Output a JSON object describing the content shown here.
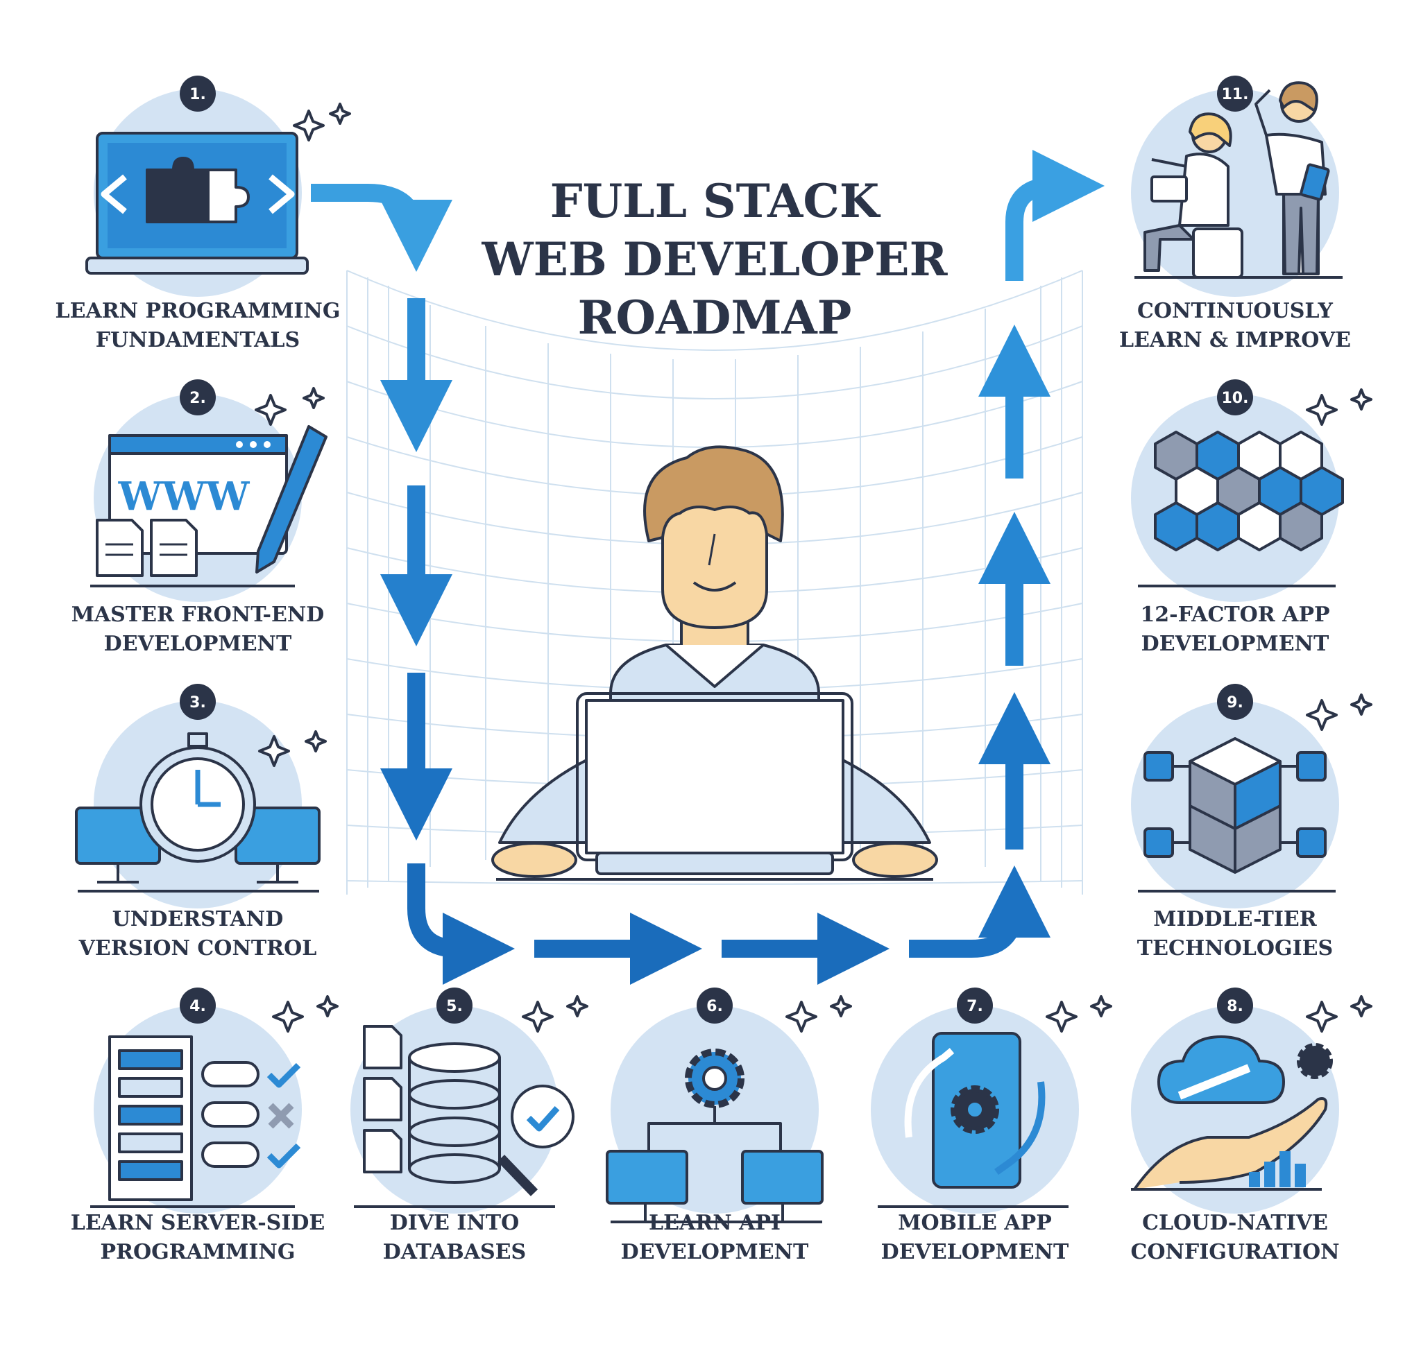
{
  "title_lines": [
    "FULL STACK",
    "WEB DEVELOPER",
    "ROADMAP"
  ],
  "colors": {
    "dark": "#2b3448",
    "blue": "#1f76c9",
    "light_blue": "#d3e3f3",
    "sky": "#3a9fe0",
    "skin": "#f8d7a4",
    "hair": "#c99a62"
  },
  "steps": [
    {
      "number": "1.",
      "line1": "LEARN PROGRAMMING",
      "line2": "FUNDAMENTALS",
      "icon": "puzzle-laptop-icon"
    },
    {
      "number": "2.",
      "line1": "MASTER FRONT-END",
      "line2": "DEVELOPMENT",
      "icon": "website-icon",
      "screen_text": "WWW"
    },
    {
      "number": "3.",
      "line1": "UNDERSTAND",
      "line2": "VERSION CONTROL",
      "icon": "stopwatch-monitors-icon"
    },
    {
      "number": "4.",
      "line1": "LEARN SERVER-SIDE",
      "line2": "PROGRAMMING",
      "icon": "server-rack-icon"
    },
    {
      "number": "5.",
      "line1": "DIVE INTO",
      "line2": "DATABASES",
      "icon": "database-icon"
    },
    {
      "number": "6.",
      "line1": "LEARN API",
      "line2": "DEVELOPMENT",
      "icon": "api-network-icon"
    },
    {
      "number": "7.",
      "line1": "MOBILE APP",
      "line2": "DEVELOPMENT",
      "icon": "mobile-gear-icon"
    },
    {
      "number": "8.",
      "line1": "CLOUD-NATIVE",
      "line2": "CONFIGURATION",
      "icon": "cloud-wrench-icon"
    },
    {
      "number": "9.",
      "line1": "MIDDLE-TIER",
      "line2": "TECHNOLOGIES",
      "icon": "cube-blocks-icon"
    },
    {
      "number": "10.",
      "line1": "12-FACTOR APP",
      "line2": "DEVELOPMENT",
      "icon": "hexagon-network-icon"
    },
    {
      "number": "11.",
      "line1": "CONTINUOUSLY",
      "line2": "LEARN & IMPROVE",
      "icon": "team-people-icon"
    }
  ]
}
